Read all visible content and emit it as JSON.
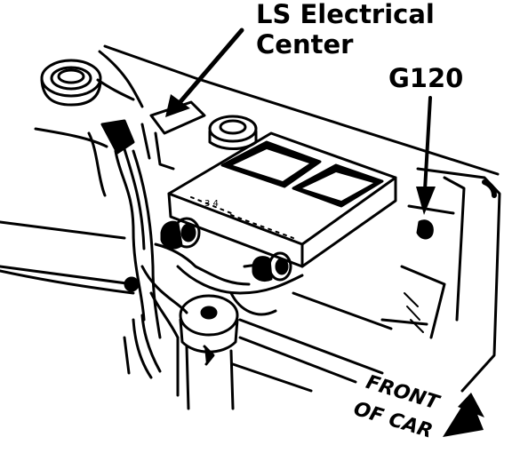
{
  "labels": {
    "ls_line1": "LS Electrical",
    "ls_line2": "Center",
    "g120": "G120",
    "front_line1": "FRONT",
    "front_line2": "OF CAR"
  },
  "colors": {
    "ink": "#000000",
    "paper": "#ffffff"
  }
}
